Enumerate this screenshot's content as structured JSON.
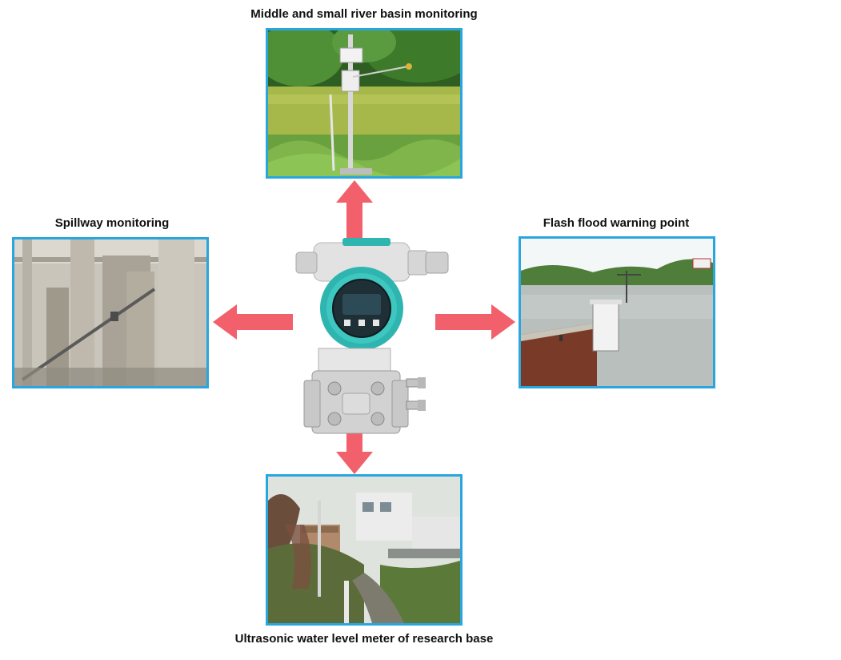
{
  "captions": {
    "top": "Middle and small river basin monitoring",
    "left": "Spillway monitoring",
    "right": "Flash flood warning point",
    "bottom": "Ultrasonic water level meter of research base"
  },
  "colors": {
    "frame_border": "#2aa6df",
    "arrow_fill": "#f2606b",
    "device_accent": "#2fb5b0",
    "caption_text": "#111111"
  },
  "icons": {
    "center": "pressure-transmitter-device",
    "arrows": [
      "arrow-up-icon",
      "arrow-left-icon",
      "arrow-right-icon",
      "arrow-down-icon"
    ]
  }
}
